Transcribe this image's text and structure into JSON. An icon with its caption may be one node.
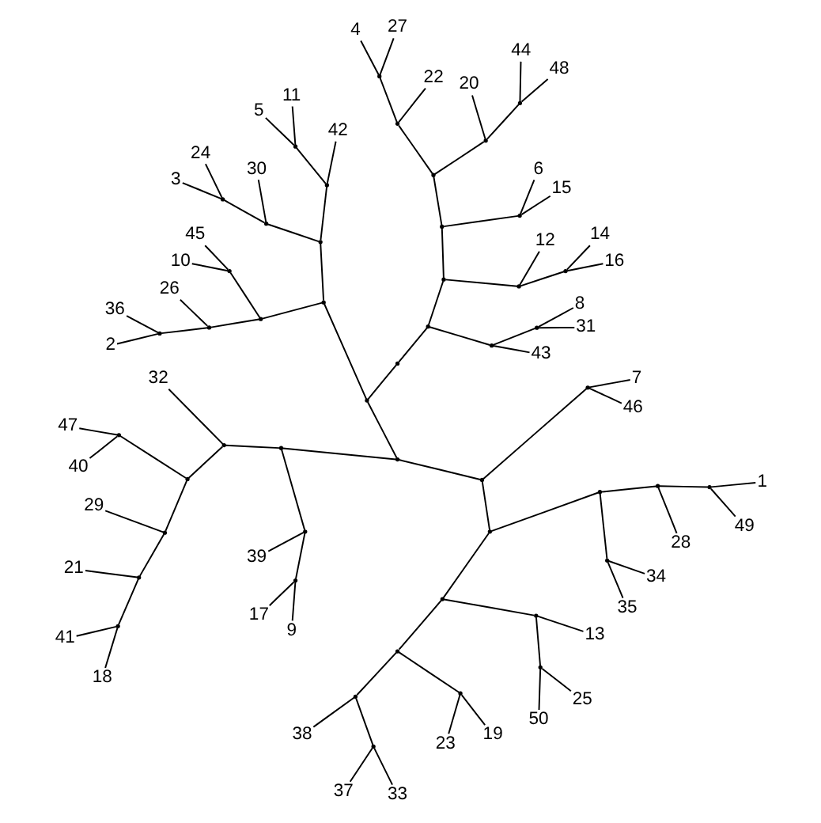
{
  "diagram": {
    "nodes": [
      {
        "text": [],
        "shape": "point"
      },
      {
        "text": [],
        "shape": "point"
      },
      {
        "text": [],
        "shape": "point"
      },
      {
        "text": [
          "43"
        ]
      },
      {
        "text": [],
        "shape": "point"
      },
      {
        "text": [
          "31"
        ]
      },
      {
        "text": [
          "8"
        ]
      },
      {
        "text": [],
        "shape": "point"
      },
      {
        "text": [],
        "shape": "point"
      },
      {
        "text": [],
        "shape": "point"
      },
      {
        "text": [
          "16"
        ]
      },
      {
        "text": [
          "14"
        ]
      },
      {
        "text": [
          "12"
        ]
      },
      {
        "text": [],
        "shape": "point"
      },
      {
        "text": [],
        "shape": "point"
      },
      {
        "text": [
          "15"
        ]
      },
      {
        "text": [
          "6"
        ]
      },
      {
        "text": [],
        "shape": "point"
      },
      {
        "text": [],
        "shape": "point"
      },
      {
        "text": [],
        "shape": "point"
      },
      {
        "text": [
          "48"
        ]
      },
      {
        "text": [
          "44"
        ]
      },
      {
        "text": [
          "20"
        ]
      },
      {
        "text": [],
        "shape": "point"
      },
      {
        "text": [
          "22"
        ]
      },
      {
        "text": [],
        "shape": "point"
      },
      {
        "text": [
          "27"
        ]
      },
      {
        "text": [
          "4"
        ]
      },
      {
        "text": [],
        "shape": "point"
      },
      {
        "text": [],
        "shape": "point"
      },
      {
        "text": [],
        "shape": "point"
      },
      {
        "text": [],
        "shape": "point"
      },
      {
        "text": [
          "42"
        ]
      },
      {
        "text": [],
        "shape": "point"
      },
      {
        "text": [
          "11"
        ]
      },
      {
        "text": [
          "5"
        ]
      },
      {
        "text": [],
        "shape": "point"
      },
      {
        "text": [
          "30"
        ]
      },
      {
        "text": [],
        "shape": "point"
      },
      {
        "text": [
          "24"
        ]
      },
      {
        "text": [
          "3"
        ]
      },
      {
        "text": [],
        "shape": "point"
      },
      {
        "text": [],
        "shape": "point"
      },
      {
        "text": [
          "45"
        ]
      },
      {
        "text": [
          "10"
        ]
      },
      {
        "text": [],
        "shape": "point"
      },
      {
        "text": [
          "26"
        ]
      },
      {
        "text": [],
        "shape": "point"
      },
      {
        "text": [
          "36"
        ]
      },
      {
        "text": [
          "2"
        ]
      },
      {
        "text": [],
        "shape": "point"
      },
      {
        "text": [],
        "shape": "point"
      },
      {
        "text": [],
        "shape": "point"
      },
      {
        "text": [
          "32"
        ]
      },
      {
        "text": [],
        "shape": "point"
      },
      {
        "text": [],
        "shape": "point"
      },
      {
        "text": [
          "47"
        ]
      },
      {
        "text": [
          "40"
        ]
      },
      {
        "text": [],
        "shape": "point"
      },
      {
        "text": [
          "29"
        ]
      },
      {
        "text": [],
        "shape": "point"
      },
      {
        "text": [
          "21"
        ]
      },
      {
        "text": [],
        "shape": "point"
      },
      {
        "text": [
          "41"
        ]
      },
      {
        "text": [
          "18"
        ]
      },
      {
        "text": [],
        "shape": "point"
      },
      {
        "text": [
          "39"
        ]
      },
      {
        "text": [],
        "shape": "point"
      },
      {
        "text": [
          "17"
        ]
      },
      {
        "text": [
          "9"
        ]
      },
      {
        "text": [],
        "shape": "point"
      },
      {
        "text": [],
        "shape": "point"
      },
      {
        "text": [],
        "shape": "point"
      },
      {
        "text": [],
        "shape": "point"
      },
      {
        "text": [],
        "shape": "point"
      },
      {
        "text": [
          "38"
        ]
      },
      {
        "text": [],
        "shape": "point"
      },
      {
        "text": [
          "37"
        ]
      },
      {
        "text": [
          "33"
        ]
      },
      {
        "text": [],
        "shape": "point"
      },
      {
        "text": [
          "23"
        ]
      },
      {
        "text": [
          "19"
        ]
      },
      {
        "text": [],
        "shape": "point"
      },
      {
        "text": [],
        "shape": "point"
      },
      {
        "text": [
          "50"
        ]
      },
      {
        "text": [
          "25"
        ]
      },
      {
        "text": [
          "13"
        ]
      },
      {
        "text": [],
        "shape": "point"
      },
      {
        "text": [],
        "shape": "point"
      },
      {
        "text": [
          "35"
        ]
      },
      {
        "text": [
          "34"
        ]
      },
      {
        "text": [],
        "shape": "point"
      },
      {
        "text": [
          "28"
        ]
      },
      {
        "text": [],
        "shape": "point"
      },
      {
        "text": [
          "49"
        ]
      },
      {
        "text": [
          "1"
        ]
      },
      {
        "text": [],
        "shape": "point"
      },
      {
        "text": [
          "46"
        ]
      },
      {
        "text": [
          "7"
        ]
      }
    ],
    "edges": [
      {
        "from": 0,
        "to": 1,
        "arrow": "none"
      },
      {
        "from": 1,
        "to": 2,
        "arrow": "none"
      },
      {
        "from": 2,
        "to": 3,
        "arrow": "none"
      },
      {
        "from": 2,
        "to": 4,
        "arrow": "none"
      },
      {
        "from": 4,
        "to": 5,
        "arrow": "none"
      },
      {
        "from": 4,
        "to": 6,
        "arrow": "none"
      },
      {
        "from": 1,
        "to": 7,
        "arrow": "none"
      },
      {
        "from": 7,
        "to": 8,
        "arrow": "none"
      },
      {
        "from": 8,
        "to": 9,
        "arrow": "none"
      },
      {
        "from": 9,
        "to": 10,
        "arrow": "none"
      },
      {
        "from": 9,
        "to": 11,
        "arrow": "none"
      },
      {
        "from": 8,
        "to": 12,
        "arrow": "none"
      },
      {
        "from": 7,
        "to": 13,
        "arrow": "none"
      },
      {
        "from": 13,
        "to": 14,
        "arrow": "none"
      },
      {
        "from": 14,
        "to": 15,
        "arrow": "none"
      },
      {
        "from": 14,
        "to": 16,
        "arrow": "none"
      },
      {
        "from": 13,
        "to": 17,
        "arrow": "none"
      },
      {
        "from": 17,
        "to": 18,
        "arrow": "none"
      },
      {
        "from": 18,
        "to": 19,
        "arrow": "none"
      },
      {
        "from": 19,
        "to": 20,
        "arrow": "none"
      },
      {
        "from": 19,
        "to": 21,
        "arrow": "none"
      },
      {
        "from": 18,
        "to": 22,
        "arrow": "none"
      },
      {
        "from": 17,
        "to": 23,
        "arrow": "none"
      },
      {
        "from": 23,
        "to": 24,
        "arrow": "none"
      },
      {
        "from": 23,
        "to": 25,
        "arrow": "none"
      },
      {
        "from": 25,
        "to": 26,
        "arrow": "none"
      },
      {
        "from": 25,
        "to": 27,
        "arrow": "none"
      },
      {
        "from": 0,
        "to": 28,
        "arrow": "none"
      },
      {
        "from": 28,
        "to": 29,
        "arrow": "none"
      },
      {
        "from": 29,
        "to": 30,
        "arrow": "none"
      },
      {
        "from": 30,
        "to": 31,
        "arrow": "none"
      },
      {
        "from": 31,
        "to": 32,
        "arrow": "none"
      },
      {
        "from": 31,
        "to": 33,
        "arrow": "none"
      },
      {
        "from": 33,
        "to": 34,
        "arrow": "none"
      },
      {
        "from": 33,
        "to": 35,
        "arrow": "none"
      },
      {
        "from": 30,
        "to": 36,
        "arrow": "none"
      },
      {
        "from": 36,
        "to": 37,
        "arrow": "none"
      },
      {
        "from": 36,
        "to": 38,
        "arrow": "none"
      },
      {
        "from": 38,
        "to": 39,
        "arrow": "none"
      },
      {
        "from": 38,
        "to": 40,
        "arrow": "none"
      },
      {
        "from": 29,
        "to": 41,
        "arrow": "none"
      },
      {
        "from": 41,
        "to": 42,
        "arrow": "none"
      },
      {
        "from": 42,
        "to": 43,
        "arrow": "none"
      },
      {
        "from": 42,
        "to": 44,
        "arrow": "none"
      },
      {
        "from": 41,
        "to": 45,
        "arrow": "none"
      },
      {
        "from": 45,
        "to": 46,
        "arrow": "none"
      },
      {
        "from": 45,
        "to": 47,
        "arrow": "none"
      },
      {
        "from": 47,
        "to": 48,
        "arrow": "none"
      },
      {
        "from": 47,
        "to": 49,
        "arrow": "none"
      },
      {
        "from": 28,
        "to": 50,
        "arrow": "none"
      },
      {
        "from": 50,
        "to": 51,
        "arrow": "none"
      },
      {
        "from": 51,
        "to": 52,
        "arrow": "none"
      },
      {
        "from": 52,
        "to": 53,
        "arrow": "none"
      },
      {
        "from": 52,
        "to": 54,
        "arrow": "none"
      },
      {
        "from": 54,
        "to": 55,
        "arrow": "none"
      },
      {
        "from": 55,
        "to": 56,
        "arrow": "none"
      },
      {
        "from": 55,
        "to": 57,
        "arrow": "none"
      },
      {
        "from": 54,
        "to": 58,
        "arrow": "none"
      },
      {
        "from": 58,
        "to": 59,
        "arrow": "none"
      },
      {
        "from": 58,
        "to": 60,
        "arrow": "none"
      },
      {
        "from": 60,
        "to": 61,
        "arrow": "none"
      },
      {
        "from": 60,
        "to": 62,
        "arrow": "none"
      },
      {
        "from": 62,
        "to": 63,
        "arrow": "none"
      },
      {
        "from": 62,
        "to": 64,
        "arrow": "none"
      },
      {
        "from": 51,
        "to": 65,
        "arrow": "none"
      },
      {
        "from": 65,
        "to": 66,
        "arrow": "none"
      },
      {
        "from": 65,
        "to": 67,
        "arrow": "none"
      },
      {
        "from": 67,
        "to": 68,
        "arrow": "none"
      },
      {
        "from": 67,
        "to": 69,
        "arrow": "none"
      },
      {
        "from": 50,
        "to": 70,
        "arrow": "none"
      },
      {
        "from": 70,
        "to": 71,
        "arrow": "none"
      },
      {
        "from": 71,
        "to": 72,
        "arrow": "none"
      },
      {
        "from": 72,
        "to": 73,
        "arrow": "none"
      },
      {
        "from": 73,
        "to": 74,
        "arrow": "none"
      },
      {
        "from": 74,
        "to": 75,
        "arrow": "none"
      },
      {
        "from": 74,
        "to": 76,
        "arrow": "none"
      },
      {
        "from": 76,
        "to": 77,
        "arrow": "none"
      },
      {
        "from": 76,
        "to": 78,
        "arrow": "none"
      },
      {
        "from": 73,
        "to": 79,
        "arrow": "none"
      },
      {
        "from": 79,
        "to": 80,
        "arrow": "none"
      },
      {
        "from": 79,
        "to": 81,
        "arrow": "none"
      },
      {
        "from": 72,
        "to": 82,
        "arrow": "none"
      },
      {
        "from": 82,
        "to": 83,
        "arrow": "none"
      },
      {
        "from": 83,
        "to": 84,
        "arrow": "none"
      },
      {
        "from": 83,
        "to": 85,
        "arrow": "none"
      },
      {
        "from": 82,
        "to": 86,
        "arrow": "none"
      },
      {
        "from": 71,
        "to": 87,
        "arrow": "none"
      },
      {
        "from": 87,
        "to": 88,
        "arrow": "none"
      },
      {
        "from": 88,
        "to": 89,
        "arrow": "none"
      },
      {
        "from": 88,
        "to": 90,
        "arrow": "none"
      },
      {
        "from": 87,
        "to": 91,
        "arrow": "none"
      },
      {
        "from": 91,
        "to": 92,
        "arrow": "none"
      },
      {
        "from": 91,
        "to": 93,
        "arrow": "none"
      },
      {
        "from": 93,
        "to": 94,
        "arrow": "none"
      },
      {
        "from": 93,
        "to": 95,
        "arrow": "none"
      },
      {
        "from": 70,
        "to": 96,
        "arrow": "none"
      },
      {
        "from": 96,
        "to": 97,
        "arrow": "none"
      },
      {
        "from": 96,
        "to": 98,
        "arrow": "none"
      }
    ]
  }
}
